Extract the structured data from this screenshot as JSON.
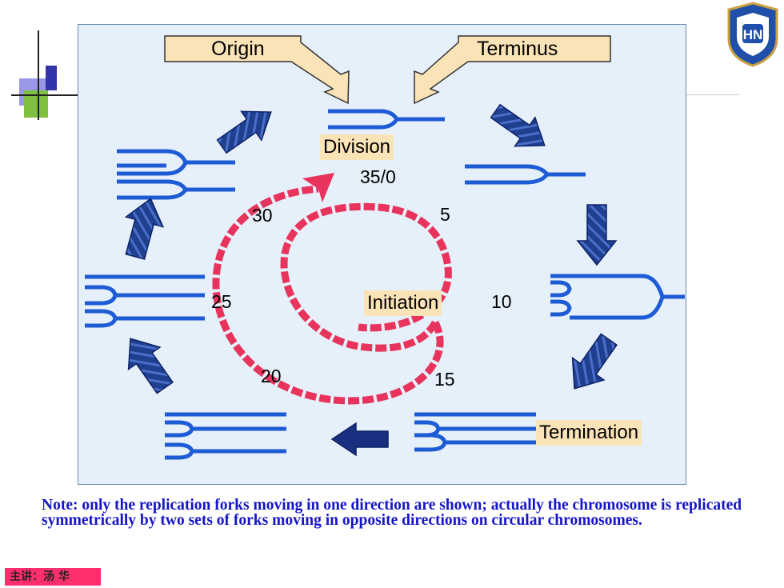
{
  "diagram": {
    "origin_label": "Origin",
    "terminus_label": "Terminus",
    "division_label": "Division",
    "initiation_label": "Initiation",
    "termination_label": "Termination",
    "numbers": {
      "n0": "35/0",
      "n5": "5",
      "n10": "10",
      "n15": "15",
      "n20": "20",
      "n25": "25",
      "n30": "30"
    }
  },
  "note": "Note: only the replication forks moving in one direction are shown; actually the chromosome is replicated symmetrically by two sets of forks moving in opposite directions on circular chromosomes.",
  "footer": {
    "lecturer": "主讲：汤 华"
  },
  "colors": {
    "dna": "#1e5cd6",
    "arrow": "#1f3f8f",
    "spiral": "#e8345d",
    "tag": "#fbe3b8",
    "note": "#1515c8",
    "footer_bg": "#ff2f6e"
  }
}
